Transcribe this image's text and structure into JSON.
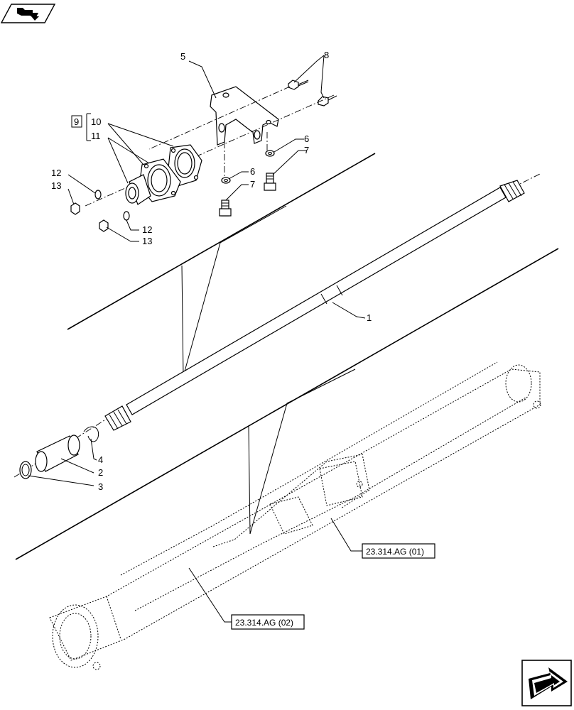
{
  "nav": {
    "top_icon": "book-arrow-icon",
    "bottom_icon": "next-page-arrow-icon"
  },
  "callouts": {
    "c1": "1",
    "c2": "2",
    "c3": "3",
    "c4": "4",
    "c5": "5",
    "c6a": "6",
    "c6b": "6",
    "c7a": "7",
    "c7b": "7",
    "c8": "8",
    "c9": "9",
    "c10": "10",
    "c11": "11",
    "c12a": "12",
    "c12b": "12",
    "c13a": "13",
    "c13b": "13"
  },
  "references": {
    "ref1": "23.314.AG (01)",
    "ref2": "23.314.AG (02)"
  }
}
